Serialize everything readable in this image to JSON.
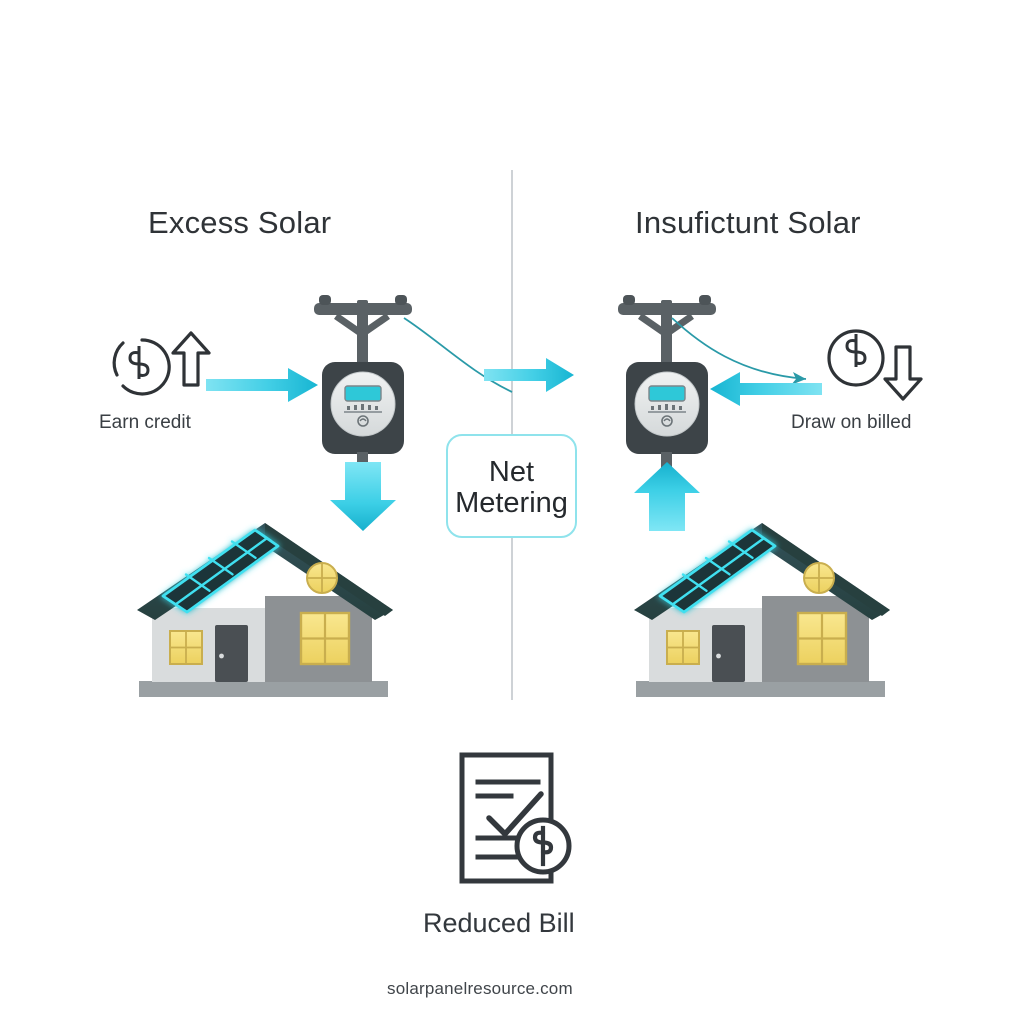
{
  "diagram": {
    "type": "infographic",
    "subject": "Net Metering",
    "background_color": "#ffffff",
    "accent_color": "#2ec8e6",
    "accent_deep_color": "#17a9c4",
    "teal_dark_color": "#2b4a4f",
    "panel_glow_color": "#3fe0f0",
    "text_color": "#2f3337",
    "divider_color": "#b9bfc4"
  },
  "left_panel": {
    "title": "Excess Solar",
    "caption": "Earn credit",
    "money_icon_name": "dollar-circle-up-icon",
    "flow_direction": "house-to-grid",
    "arrow_house_label": "power flows down from meter to house",
    "arrow_grid_label": "power exported to grid"
  },
  "right_panel": {
    "title": "Insufictunt Solar",
    "caption": "Draw on billed",
    "money_icon_name": "dollar-circle-down-icon",
    "flow_direction": "grid-to-house",
    "arrow_house_label": "power flows up from house to meter",
    "arrow_grid_label": "power imported from grid"
  },
  "center_badge": {
    "line1": "Net",
    "line2": "Metering",
    "border_color": "#8fe3ec",
    "arc_color": "#20a8b8"
  },
  "bottom": {
    "label": "Reduced Bill",
    "icon_name": "bill-document-dollar-icon",
    "site": "solarpanelresource.com"
  },
  "house": {
    "roof_color": "#2f4a4f",
    "roof_shade_color": "#27403f",
    "wall_light_color": "#d9dcdd",
    "wall_dark_color": "#8d9194",
    "window_color": "#f5dd7e",
    "window_border_color": "#c9ae4e",
    "door_color": "#4a4f53",
    "base_color": "#9aa0a3",
    "panel_count": 8
  },
  "meter": {
    "body_color": "#3d4448",
    "face_color": "#e6e8e9",
    "display_color": "#2ec8d8",
    "pole_color": "#5a6165"
  }
}
